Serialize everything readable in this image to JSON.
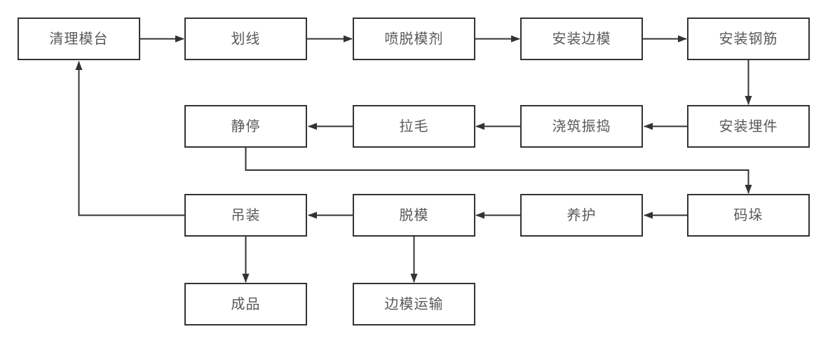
{
  "diagram": {
    "type": "flowchart",
    "language": "zh-CN",
    "background": "#ffffff",
    "colors": {
      "node_border": "#333333",
      "node_fill": "#ffffff",
      "node_text": "#595959",
      "arrow": "#333333"
    },
    "nodes": [
      {
        "id": "clean-mold-table",
        "label": "清理模台"
      },
      {
        "id": "line-marking",
        "label": "划线"
      },
      {
        "id": "spray-release-agent",
        "label": "喷脱模剂"
      },
      {
        "id": "install-side-forms",
        "label": "安装边模"
      },
      {
        "id": "install-rebar",
        "label": "安装钢筋"
      },
      {
        "id": "install-embedded-parts",
        "label": "安装埋件"
      },
      {
        "id": "pour-and-vibrate",
        "label": "浇筑振捣"
      },
      {
        "id": "surface-roughening",
        "label": "拉毛"
      },
      {
        "id": "static-rest",
        "label": "静停"
      },
      {
        "id": "stacking",
        "label": "码垛"
      },
      {
        "id": "curing",
        "label": "养护"
      },
      {
        "id": "demolding",
        "label": "脱模"
      },
      {
        "id": "hoisting",
        "label": "吊装"
      },
      {
        "id": "finished-product",
        "label": "成品"
      },
      {
        "id": "side-form-transport",
        "label": "边模运输"
      }
    ],
    "edges": [
      {
        "from": "清理模台",
        "to": "划线"
      },
      {
        "from": "划线",
        "to": "喷脱模剂"
      },
      {
        "from": "喷脱模剂",
        "to": "安装边模"
      },
      {
        "from": "安装边模",
        "to": "安装钢筋"
      },
      {
        "from": "安装钢筋",
        "to": "安装埋件"
      },
      {
        "from": "安装埋件",
        "to": "浇筑振捣"
      },
      {
        "from": "浇筑振捣",
        "to": "拉毛"
      },
      {
        "from": "拉毛",
        "to": "静停"
      },
      {
        "from": "静停",
        "to": "码垛"
      },
      {
        "from": "码垛",
        "to": "养护"
      },
      {
        "from": "养护",
        "to": "脱模"
      },
      {
        "from": "脱模",
        "to": "吊装"
      },
      {
        "from": "吊装",
        "to": "清理模台"
      },
      {
        "from": "吊装",
        "to": "成品"
      },
      {
        "from": "脱模",
        "to": "边模运输"
      }
    ]
  }
}
